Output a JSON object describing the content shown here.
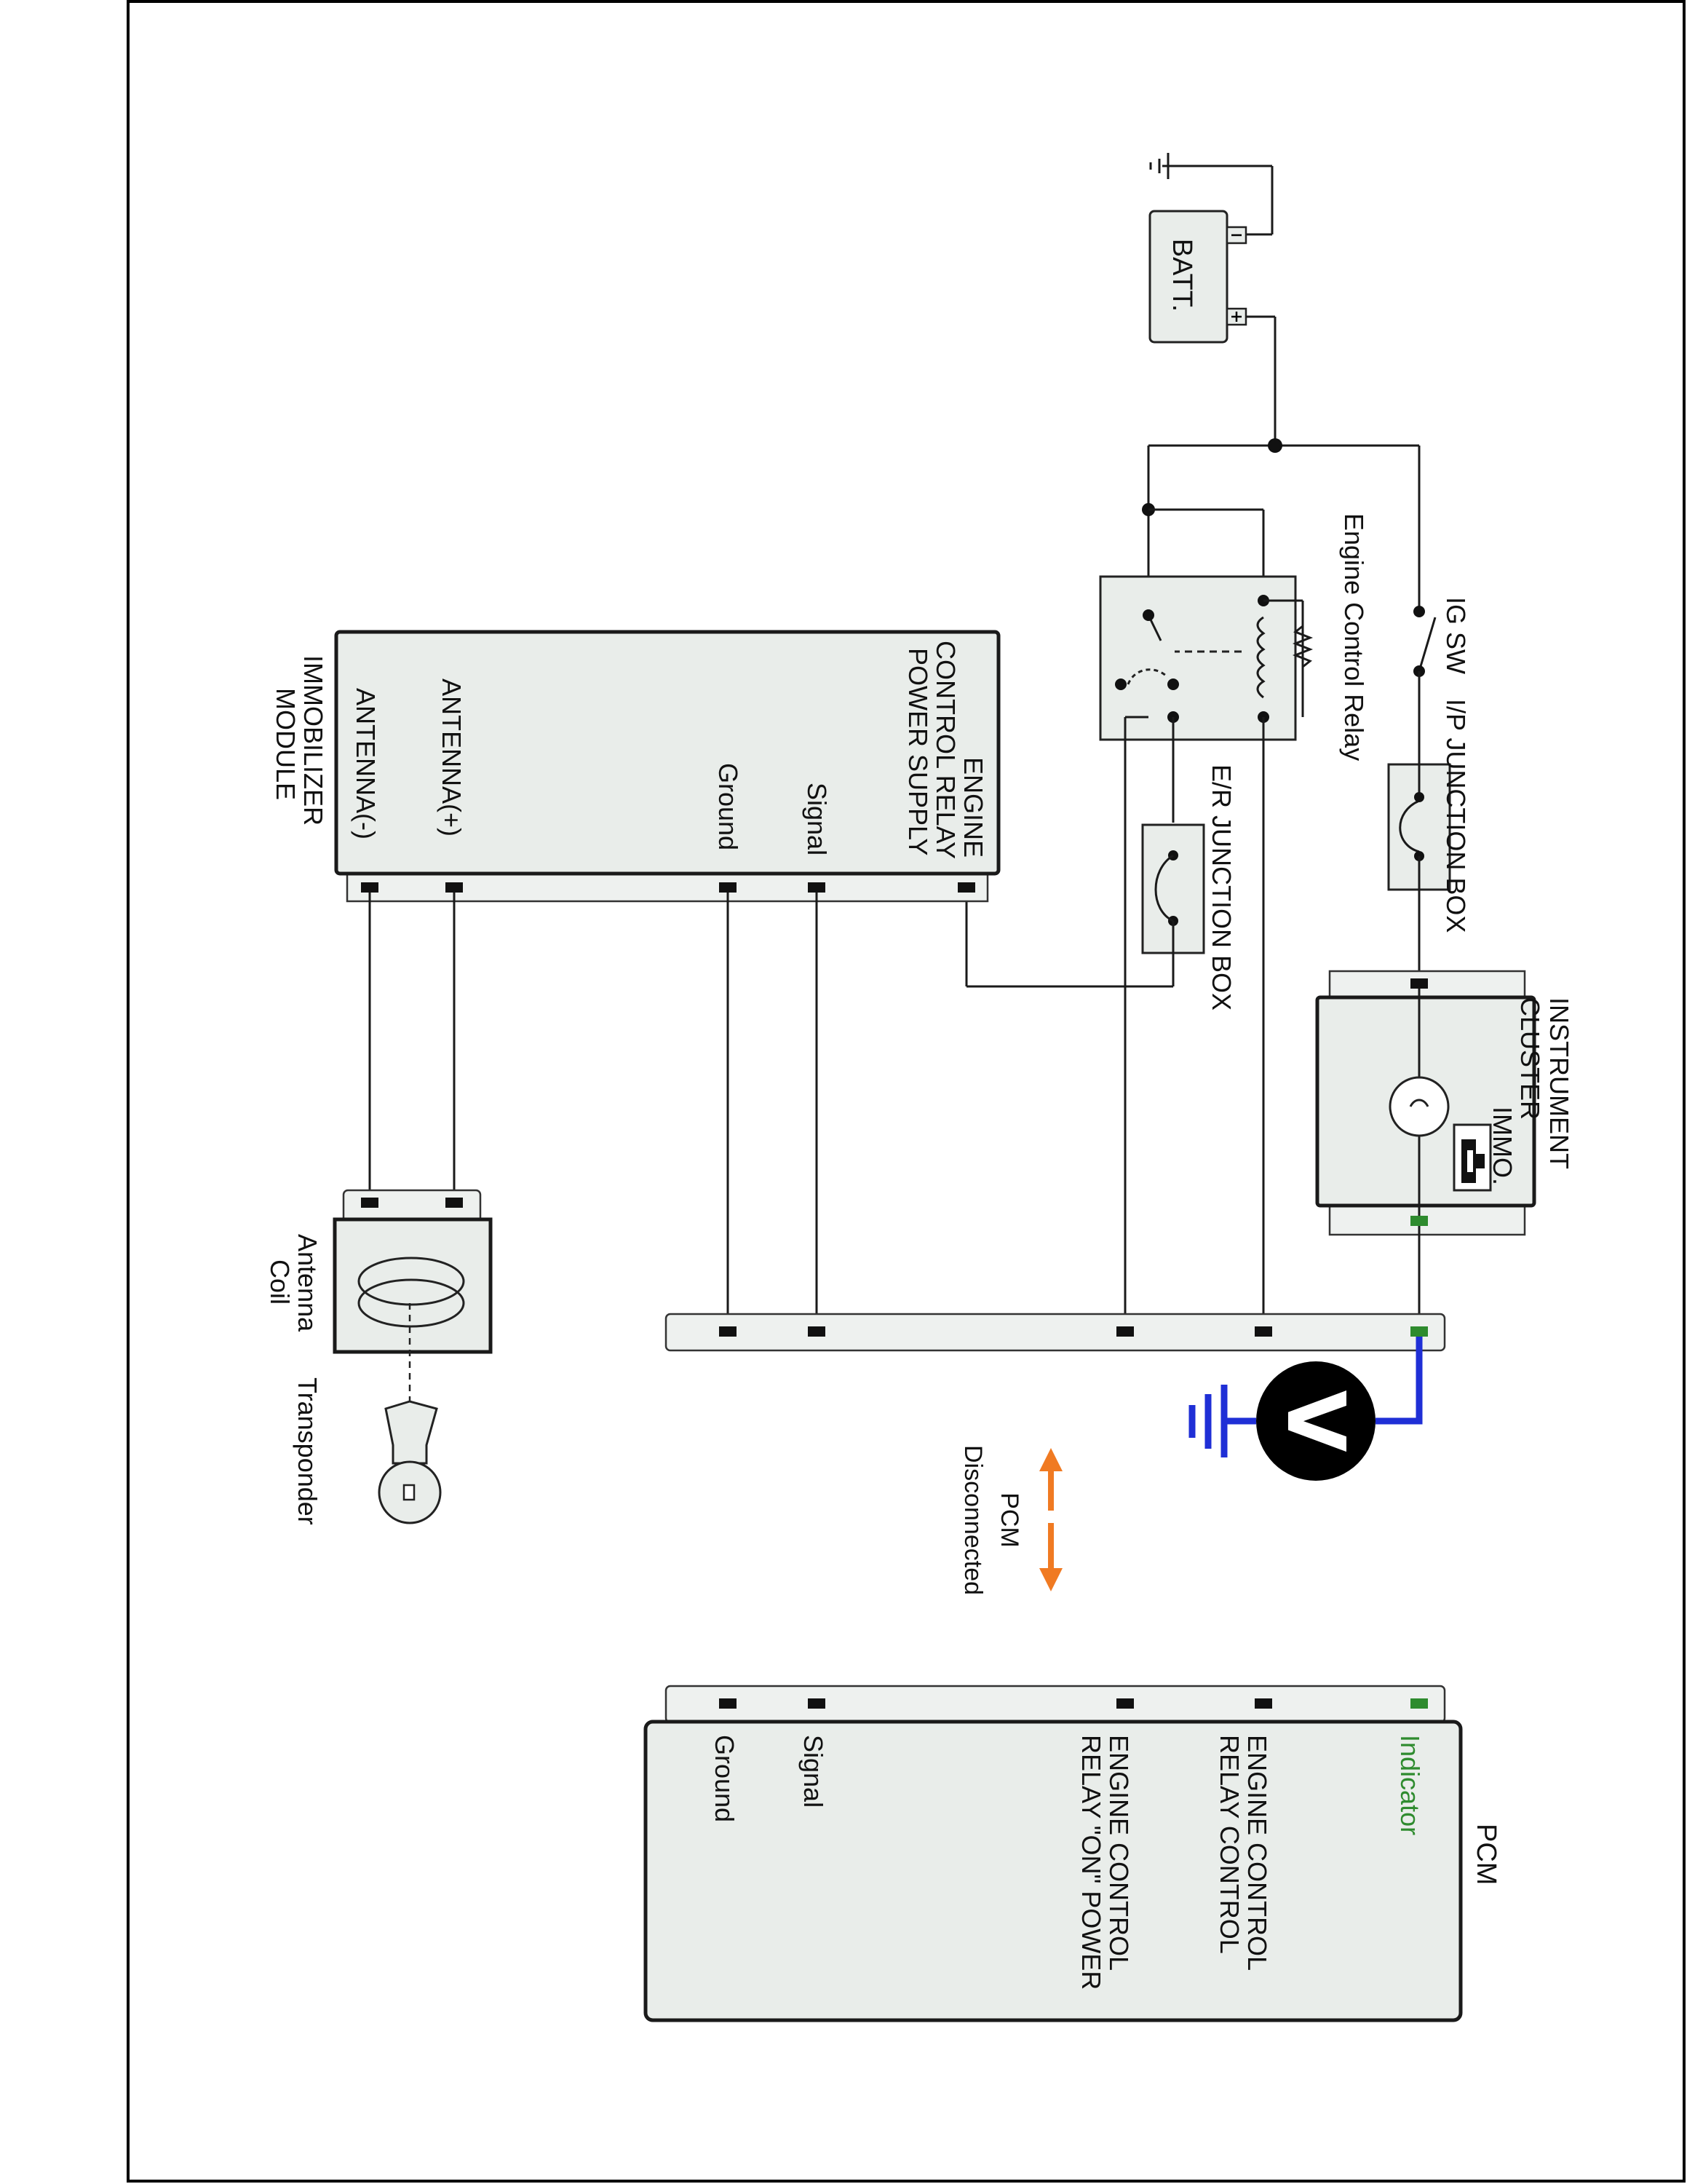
{
  "labels": {
    "batt": "BATT.",
    "engine_control_relay": "Engine Control Relay",
    "ig_sw": "IG SW",
    "ip_junction_box": "I/P JUNCTION BOX",
    "er_junction_box": "E/R JUNCTION BOX",
    "instrument_cluster_1": "INSTRUMENT",
    "instrument_cluster_2": "CLUSTER",
    "immo": "IMMO.",
    "immobilizer_module_1": "IMMOBILIZER",
    "immobilizer_module_2": "MODULE",
    "antenna_coil_1": "Antenna",
    "antenna_coil_2": "Coil",
    "transponder": "Transponder",
    "pcm_disconnected_1": "PCM",
    "pcm_disconnected_2": "Disconnected",
    "pcm": "PCM",
    "voltmeter": "V"
  },
  "immobilizer_pins": {
    "engine_relay_power_1": "ENGINE",
    "engine_relay_power_2": "CONTROL RELAY",
    "engine_relay_power_3": "POWER SUPPLY",
    "signal": "Signal",
    "ground": "Ground",
    "antenna_plus": "ANTENNA(+)",
    "antenna_minus": "ANTENNA(-)"
  },
  "pcm_pins": {
    "indicator": "Indicator",
    "relay_control_1": "ENGINE CONTROL",
    "relay_control_2": "RELAY CONTROL",
    "relay_on_power_1": "ENGINE CONTROL",
    "relay_on_power_2": "RELAY \"ON\" POWER",
    "signal": "Signal",
    "ground": "Ground"
  },
  "colors": {
    "indicator": "#2e8b2e",
    "probe_wire": "#1f2fd6",
    "arrow": "#f07a22",
    "box_fill": "#e9edea"
  }
}
